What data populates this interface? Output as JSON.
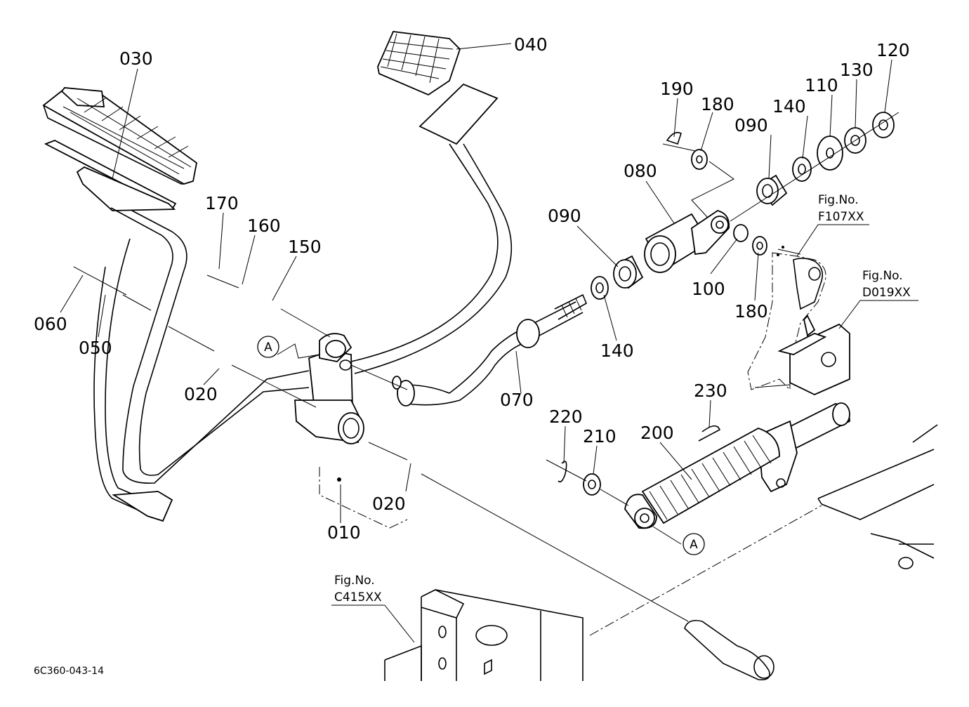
{
  "diagram": {
    "drawing_code": "6C360-043-14",
    "callout_marker": "A",
    "part_labels": [
      {
        "id": "p010",
        "text": "010"
      },
      {
        "id": "p020a",
        "text": "020"
      },
      {
        "id": "p020b",
        "text": "020"
      },
      {
        "id": "p030",
        "text": "030"
      },
      {
        "id": "p040",
        "text": "040"
      },
      {
        "id": "p050",
        "text": "050"
      },
      {
        "id": "p060",
        "text": "060"
      },
      {
        "id": "p070",
        "text": "070"
      },
      {
        "id": "p080",
        "text": "080"
      },
      {
        "id": "p090a",
        "text": "090"
      },
      {
        "id": "p090b",
        "text": "090"
      },
      {
        "id": "p100",
        "text": "100"
      },
      {
        "id": "p110",
        "text": "110"
      },
      {
        "id": "p120",
        "text": "120"
      },
      {
        "id": "p130",
        "text": "130"
      },
      {
        "id": "p140a",
        "text": "140"
      },
      {
        "id": "p140b",
        "text": "140"
      },
      {
        "id": "p150",
        "text": "150"
      },
      {
        "id": "p160",
        "text": "160"
      },
      {
        "id": "p170",
        "text": "170"
      },
      {
        "id": "p180a",
        "text": "180"
      },
      {
        "id": "p180b",
        "text": "180"
      },
      {
        "id": "p190",
        "text": "190"
      },
      {
        "id": "p200",
        "text": "200"
      },
      {
        "id": "p210",
        "text": "210"
      },
      {
        "id": "p220",
        "text": "220"
      },
      {
        "id": "p230",
        "text": "230"
      }
    ],
    "figure_refs": [
      {
        "id": "f107",
        "label": "Fig.No.",
        "code": "F107XX"
      },
      {
        "id": "d019",
        "label": "Fig.No.",
        "code": "D019XX"
      },
      {
        "id": "c415",
        "label": "Fig.No.",
        "code": "C415XX"
      }
    ]
  }
}
